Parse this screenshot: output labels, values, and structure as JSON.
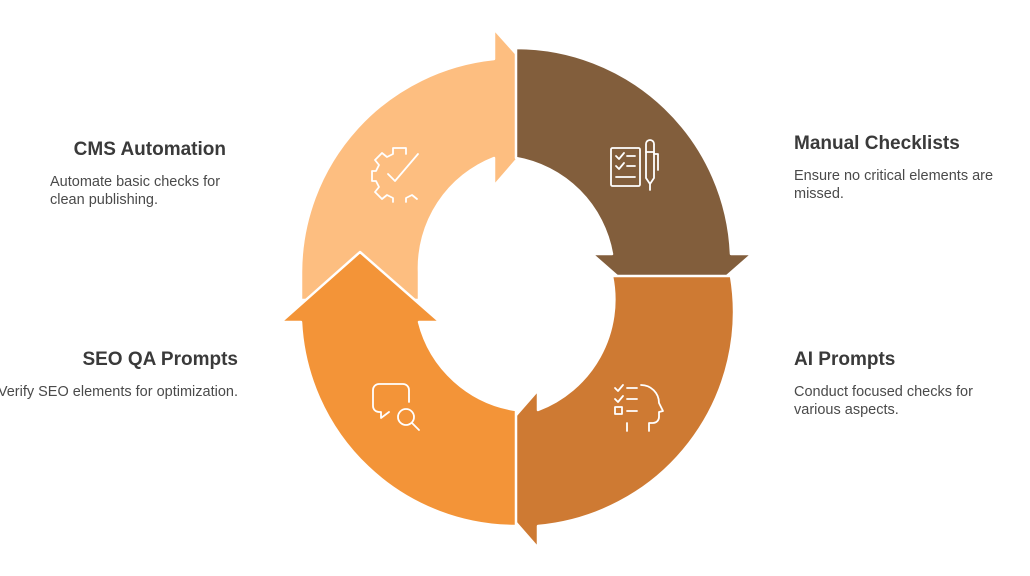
{
  "stages": [
    {
      "id": "cms",
      "title": "CMS Automation",
      "description": "Automate basic checks for clean publishing.",
      "color": "#FDBE80",
      "icon": "gear-check-icon"
    },
    {
      "id": "manual",
      "title": "Manual Checklists",
      "description": "Ensure no critical elements are missed.",
      "color": "#825E3C",
      "icon": "checklist-pen-icon"
    },
    {
      "id": "ai",
      "title": "AI Prompts",
      "description": "Conduct focused checks for various aspects.",
      "color": "#CE7A33",
      "icon": "ai-head-list-icon"
    },
    {
      "id": "seo",
      "title": "SEO QA Prompts",
      "description": "Verify SEO elements for optimization.",
      "color": "#F39438",
      "icon": "chat-search-icon"
    }
  ]
}
